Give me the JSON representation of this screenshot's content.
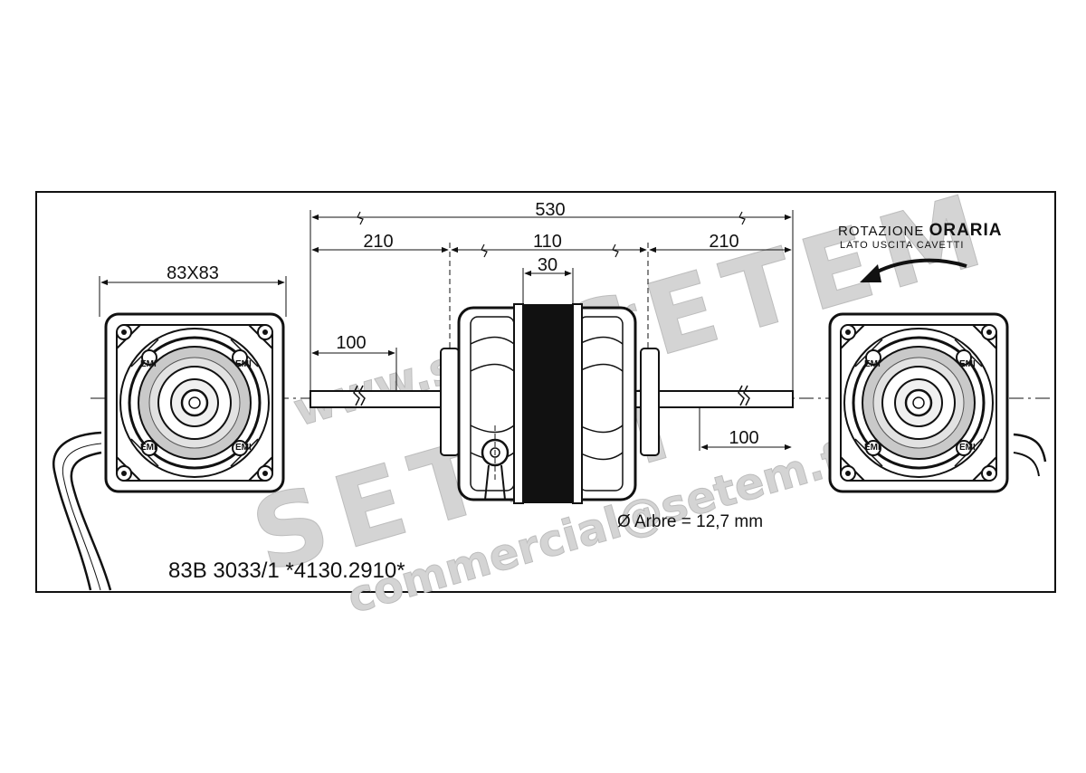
{
  "drawing": {
    "dimensions": {
      "square": "83X83",
      "overall": "530",
      "left_shaft": "210",
      "body": "110",
      "band": "30",
      "right_shaft": "210",
      "left_shaft_end": "100",
      "right_shaft_end": "100"
    },
    "rotation": {
      "line1_prefix": "ROTAZIONE",
      "line1_emphasis": "ORARIA",
      "line2": "LATO USCITA CAVETTI"
    },
    "shaft_note": "Ø Arbre = 12,7 mm",
    "model_code": "83B 3033/1 *4130.2910*",
    "flange_marks": [
      "EMI",
      "EMI",
      "EMI",
      "EMI"
    ]
  },
  "watermark": {
    "brand": "SETEM",
    "site": "www.setem.fr",
    "email": "commercial@setem.fr"
  }
}
